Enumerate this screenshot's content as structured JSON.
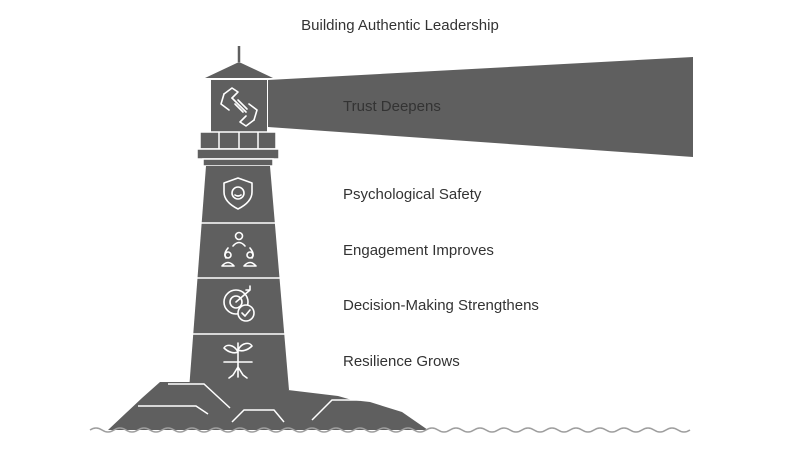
{
  "title": "Building Authentic Leadership",
  "stages": [
    {
      "label": "Trust Deepens",
      "icon": "handshake-icon"
    },
    {
      "label": "Psychological Safety",
      "icon": "shield-smile-icon"
    },
    {
      "label": "Engagement Improves",
      "icon": "team-icon"
    },
    {
      "label": "Decision-Making Strengthens",
      "icon": "target-check-icon"
    },
    {
      "label": "Resilience Grows",
      "icon": "sprout-icon"
    }
  ],
  "colors": {
    "tower": "#5f5f5f",
    "stroke": "#ffffff",
    "text": "#333333",
    "water": "#9e9e9e"
  }
}
